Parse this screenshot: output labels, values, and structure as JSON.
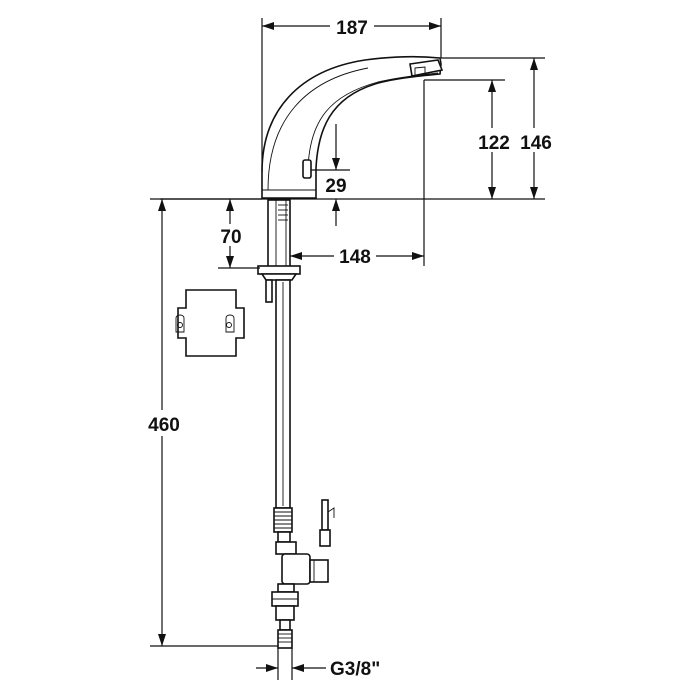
{
  "dimensions": {
    "spout_reach": "187",
    "outlet_height": "122",
    "total_height": "146",
    "sensor_height": "29",
    "shank_length": "70",
    "spout_projection": "148",
    "hose_length": "460",
    "connection_thread": "G3/8\""
  },
  "colors": {
    "line": "#111111",
    "background": "#ffffff"
  },
  "icons": {
    "mounting_plate": "wall-bracket-icon",
    "arrowheads": "dimension-arrow"
  }
}
